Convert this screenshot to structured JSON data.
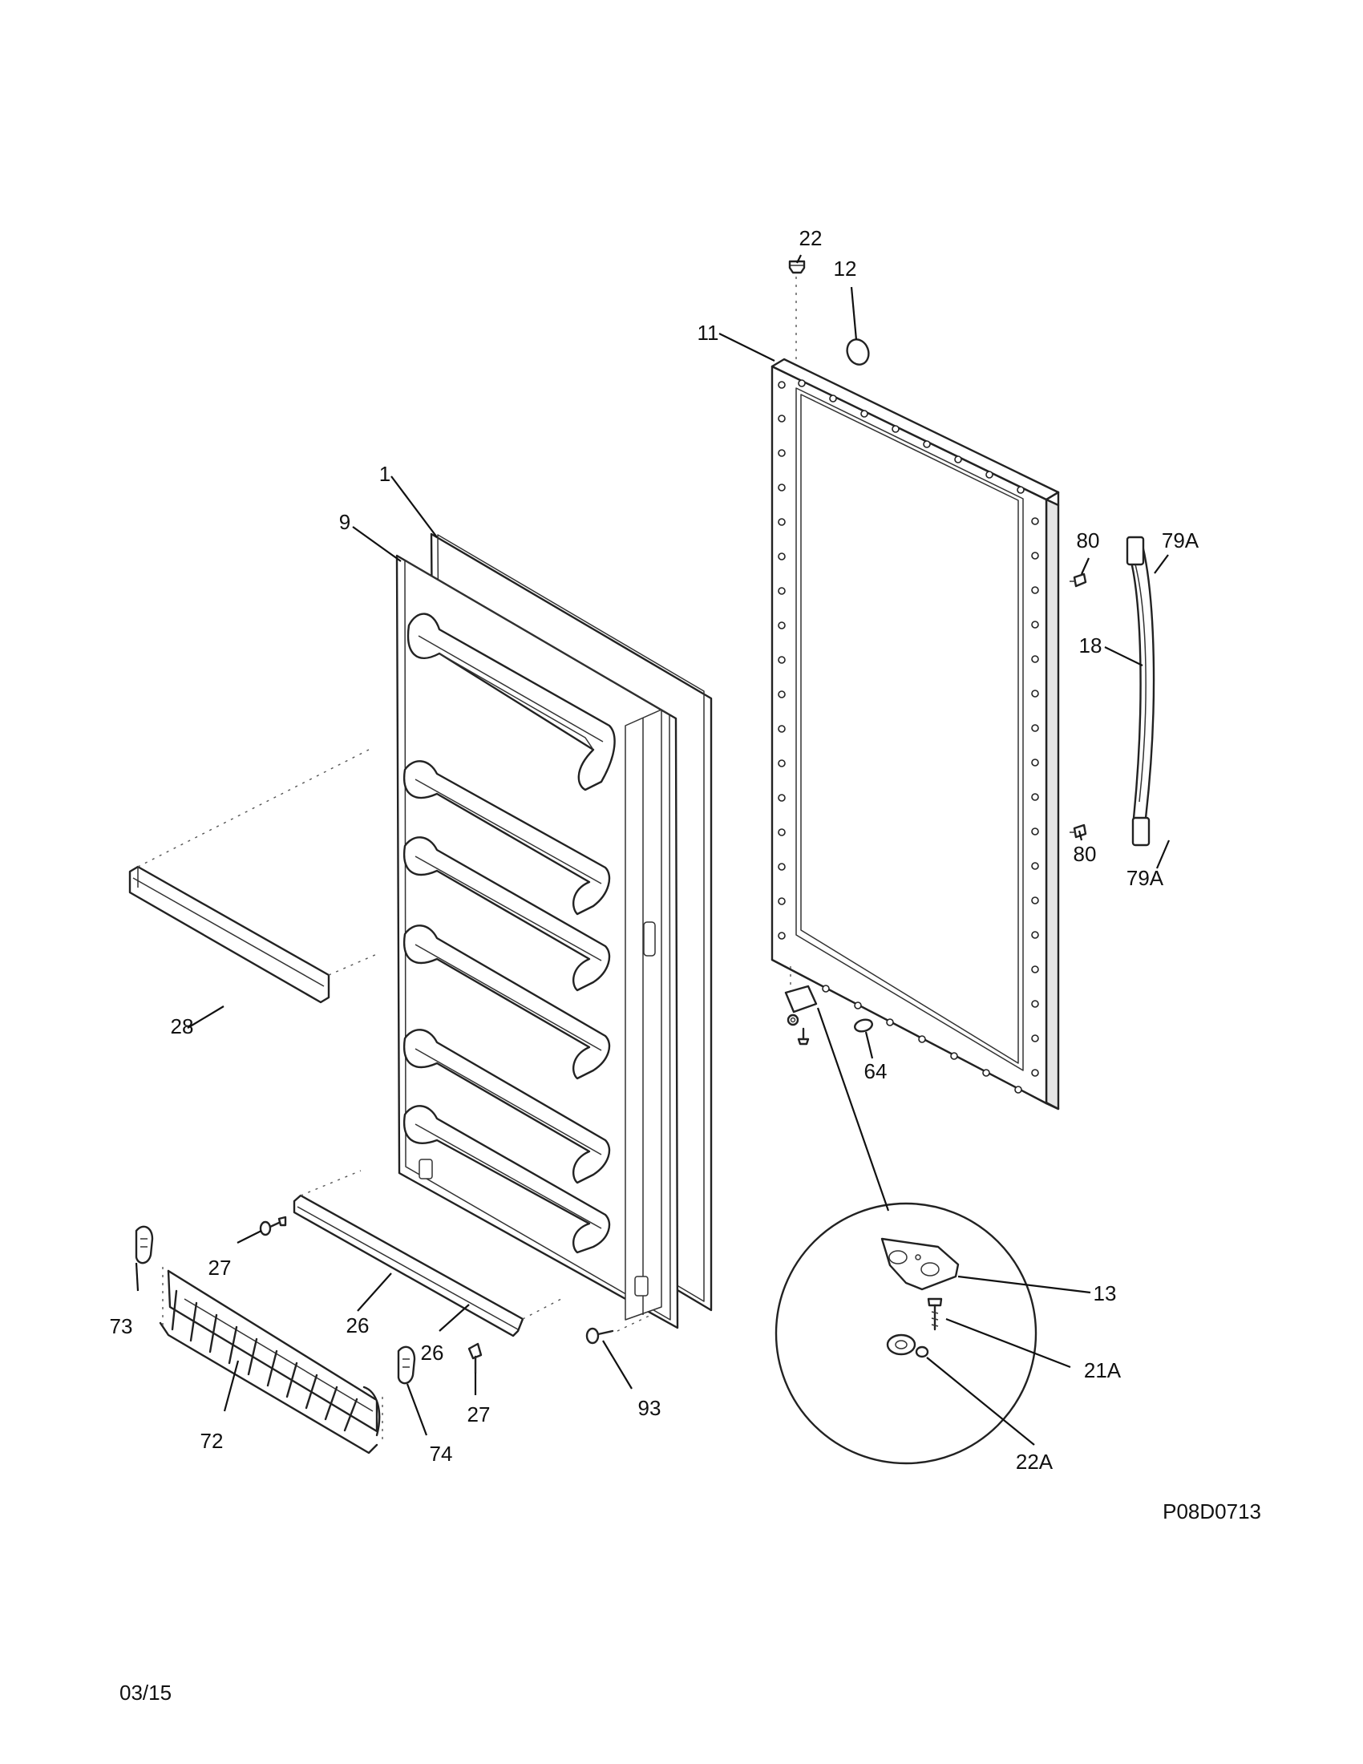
{
  "diagram": {
    "drawing_code": "P08D0713",
    "date_code": "03/15",
    "callouts": {
      "c1": "1",
      "c9": "9",
      "c11": "11",
      "c12": "12",
      "c13": "13",
      "c18": "18",
      "c21a": "21A",
      "c22_top": "22",
      "c22a": "22A",
      "c26_a": "26",
      "c26_b": "26",
      "c27_a": "27",
      "c27_b": "27",
      "c28": "28",
      "c64": "64",
      "c72": "72",
      "c73": "73",
      "c74": "74",
      "c79a_top": "79A",
      "c79a_bottom": "79A",
      "c80_top": "80",
      "c80_bottom": "80",
      "c93": "93"
    }
  }
}
